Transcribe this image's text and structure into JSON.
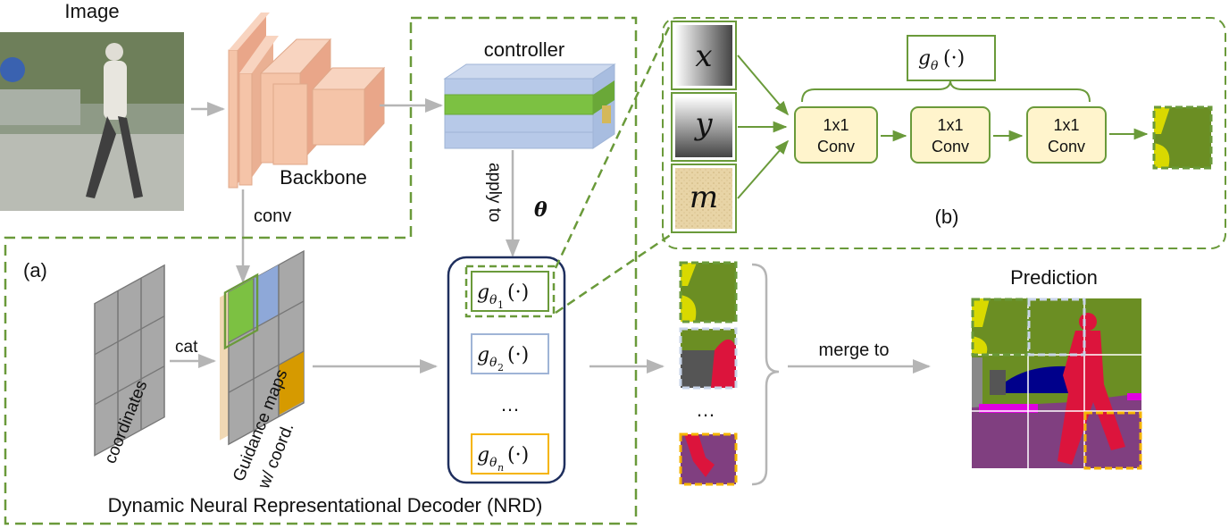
{
  "labels": {
    "image": "Image",
    "backbone": "Backbone",
    "conv": "conv",
    "controller": "controller",
    "apply_to": "apply to",
    "theta": "θ",
    "panel_a": "(a)",
    "panel_b": "(b)",
    "cat": "cat",
    "coordinates": "coordinates",
    "guidance_maps": "Guidance maps",
    "guidance_maps_sub": "w/ coord.",
    "decoder_title": "Dynamic Neural Representational Decoder (NRD)",
    "prediction": "Prediction",
    "merge_to": "merge to",
    "ellipsis": "…",
    "g_func": "g",
    "dot_arg": "(·)",
    "sub_1": "1",
    "sub_2": "2",
    "sub_n": "n",
    "sub_theta": "θ"
  },
  "inputs": {
    "x": "x",
    "y": "y",
    "m": "m"
  },
  "conv_blocks": [
    {
      "line1": "1x1",
      "line2": "Conv"
    },
    {
      "line1": "1x1",
      "line2": "Conv"
    },
    {
      "line1": "1x1",
      "line2": "Conv"
    }
  ],
  "colors": {
    "green_dash": "#6a9a3a",
    "backbone": "#f5c4a8",
    "controller_blue": "#b7c9e8",
    "controller_green": "#7cc142",
    "conv_fill": "#fff4cc",
    "navy": "#1f2f5e",
    "light_blue_box": "#9fb4d6",
    "orange_box": "#f5b400",
    "seg_olive": "#6b8e23",
    "seg_yellow": "#d9d900",
    "seg_red": "#dc143c",
    "seg_purple": "#803f80",
    "seg_navy": "#00008b",
    "seg_magenta": "#e000e0",
    "seg_gray": "#555555"
  }
}
